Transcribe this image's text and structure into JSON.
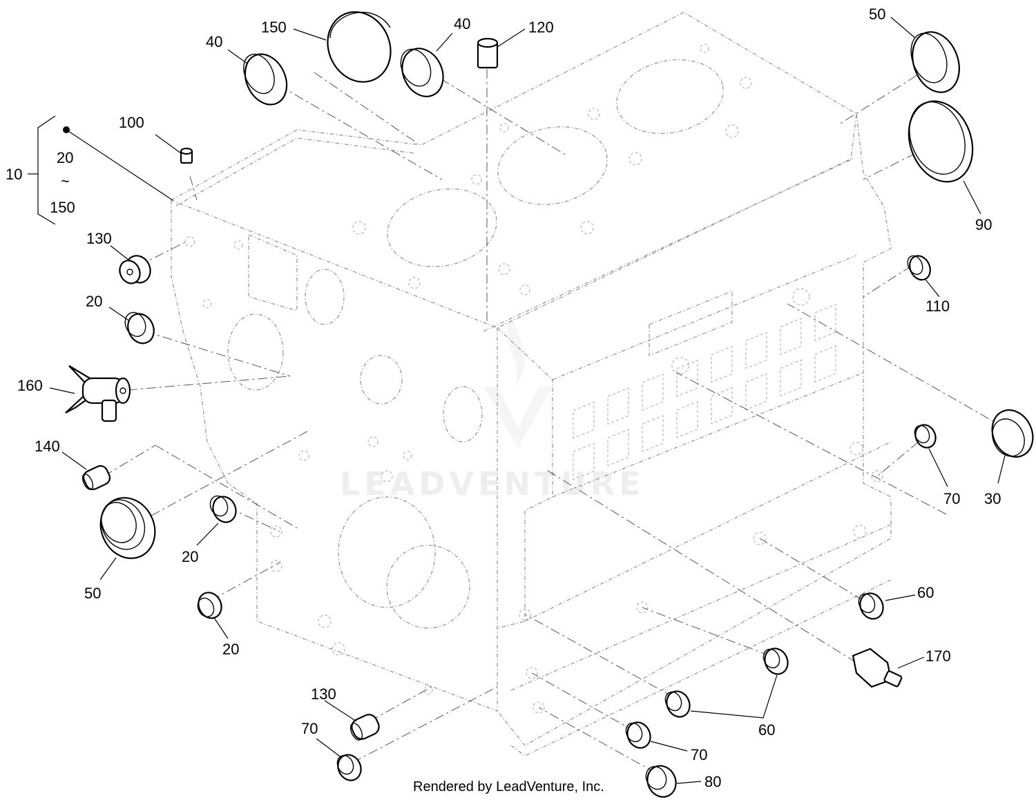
{
  "labels": {
    "l10": "10",
    "l20_range_top": "20",
    "l20_range_tilde": "~",
    "l150_range_bottom": "150",
    "l100": "100",
    "l40_left": "40",
    "l150": "150",
    "l40_mid": "40",
    "l120": "120",
    "l50_top": "50",
    "l90": "90",
    "l130_top": "130",
    "l20_upper": "20",
    "l160": "160",
    "l110": "110",
    "l140": "140",
    "l50_left": "50",
    "l20_mid": "20",
    "l20_low": "20",
    "l30": "30",
    "l70_right": "70",
    "l60_right": "60",
    "l170": "170",
    "l60_bottom": "60",
    "l130_bottom": "130",
    "l70_bottom_left": "70",
    "l70_bottom": "70",
    "l80": "80"
  },
  "watermark": "LEADVENTURE",
  "footer": "Rendered by LeadVenture, Inc."
}
